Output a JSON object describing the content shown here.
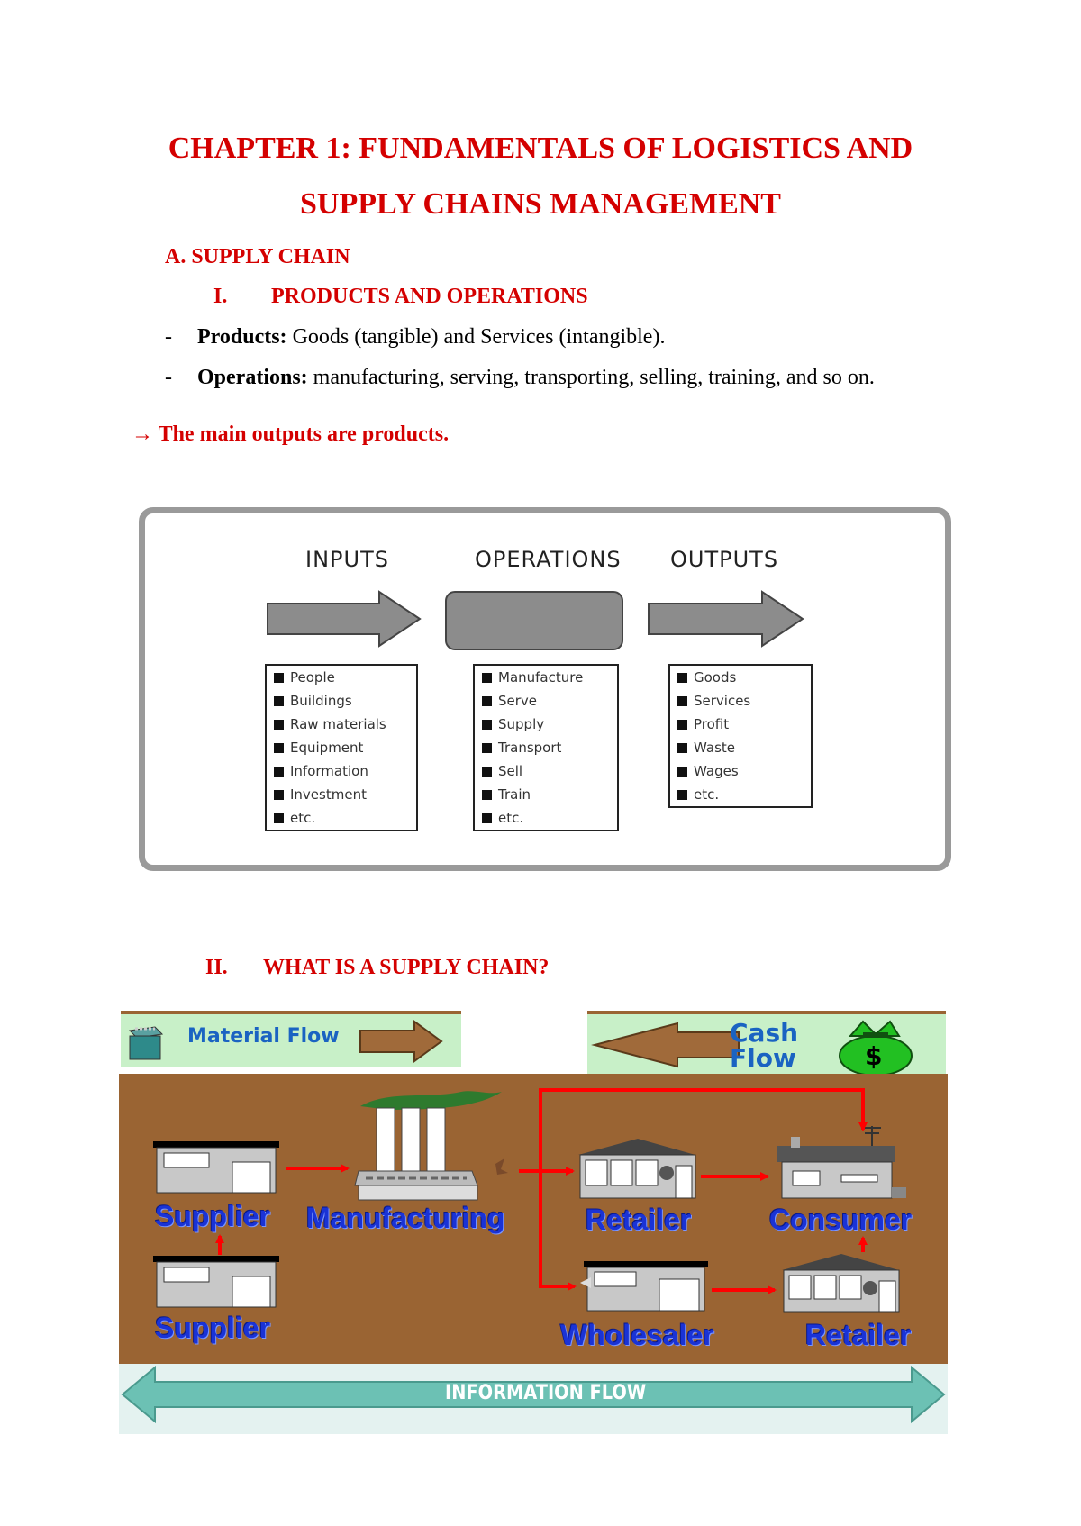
{
  "title": {
    "line1": "CHAPTER 1: FUNDAMENTALS OF LOGISTICS AND",
    "line2": "SUPPLY CHAINS MANAGEMENT"
  },
  "section_a": "A.  SUPPLY CHAIN",
  "section_1": {
    "num": "I.",
    "text": "PRODUCTS AND OPERATIONS"
  },
  "bullets": [
    {
      "dash": "-",
      "label": "Products:",
      "text": " Goods (tangible) and Services (intangible)."
    },
    {
      "dash": "-",
      "label": "Operations:",
      "text": " manufacturing, serving, transporting, selling, training, and so on."
    }
  ],
  "conclusion": "→ The main outputs are products.",
  "io_diagram": {
    "headings": {
      "inputs": "INPUTS",
      "operations": "OPERATIONS",
      "outputs": "OUTPUTS"
    },
    "inputs": [
      "People",
      "Buildings",
      "Raw materials",
      "Equipment",
      "Information",
      "Investment",
      "etc."
    ],
    "operations": [
      "Manufacture",
      "Serve",
      "Supply",
      "Transport",
      "Sell",
      "Train",
      "etc."
    ],
    "outputs": [
      "Goods",
      "Services",
      "Profit",
      "Waste",
      "Wages",
      "etc."
    ]
  },
  "section_2": {
    "num": "II.",
    "text": "WHAT IS A SUPPLY CHAIN?"
  },
  "supply_chain_diagram": {
    "material_flow": "Material Flow",
    "cash_flow_line1": "Cash",
    "cash_flow_line2": "Flow",
    "dollar": "$",
    "nodes": {
      "supplier_top": "Supplier",
      "supplier_bottom": "Supplier",
      "manufacturing": "Manufacturing",
      "retailer_top": "Retailer",
      "consumer": "Consumer",
      "wholesaler": "Wholesaler",
      "retailer_bottom": "Retailer"
    },
    "information_flow": "INFORMATION FLOW",
    "colors": {
      "ground": "#9a6433",
      "banner": "#c8f0c8",
      "arrow_red": "#ff0000",
      "info_arrow": "#6cc1b4",
      "label_blue": "#1a33d6"
    }
  }
}
